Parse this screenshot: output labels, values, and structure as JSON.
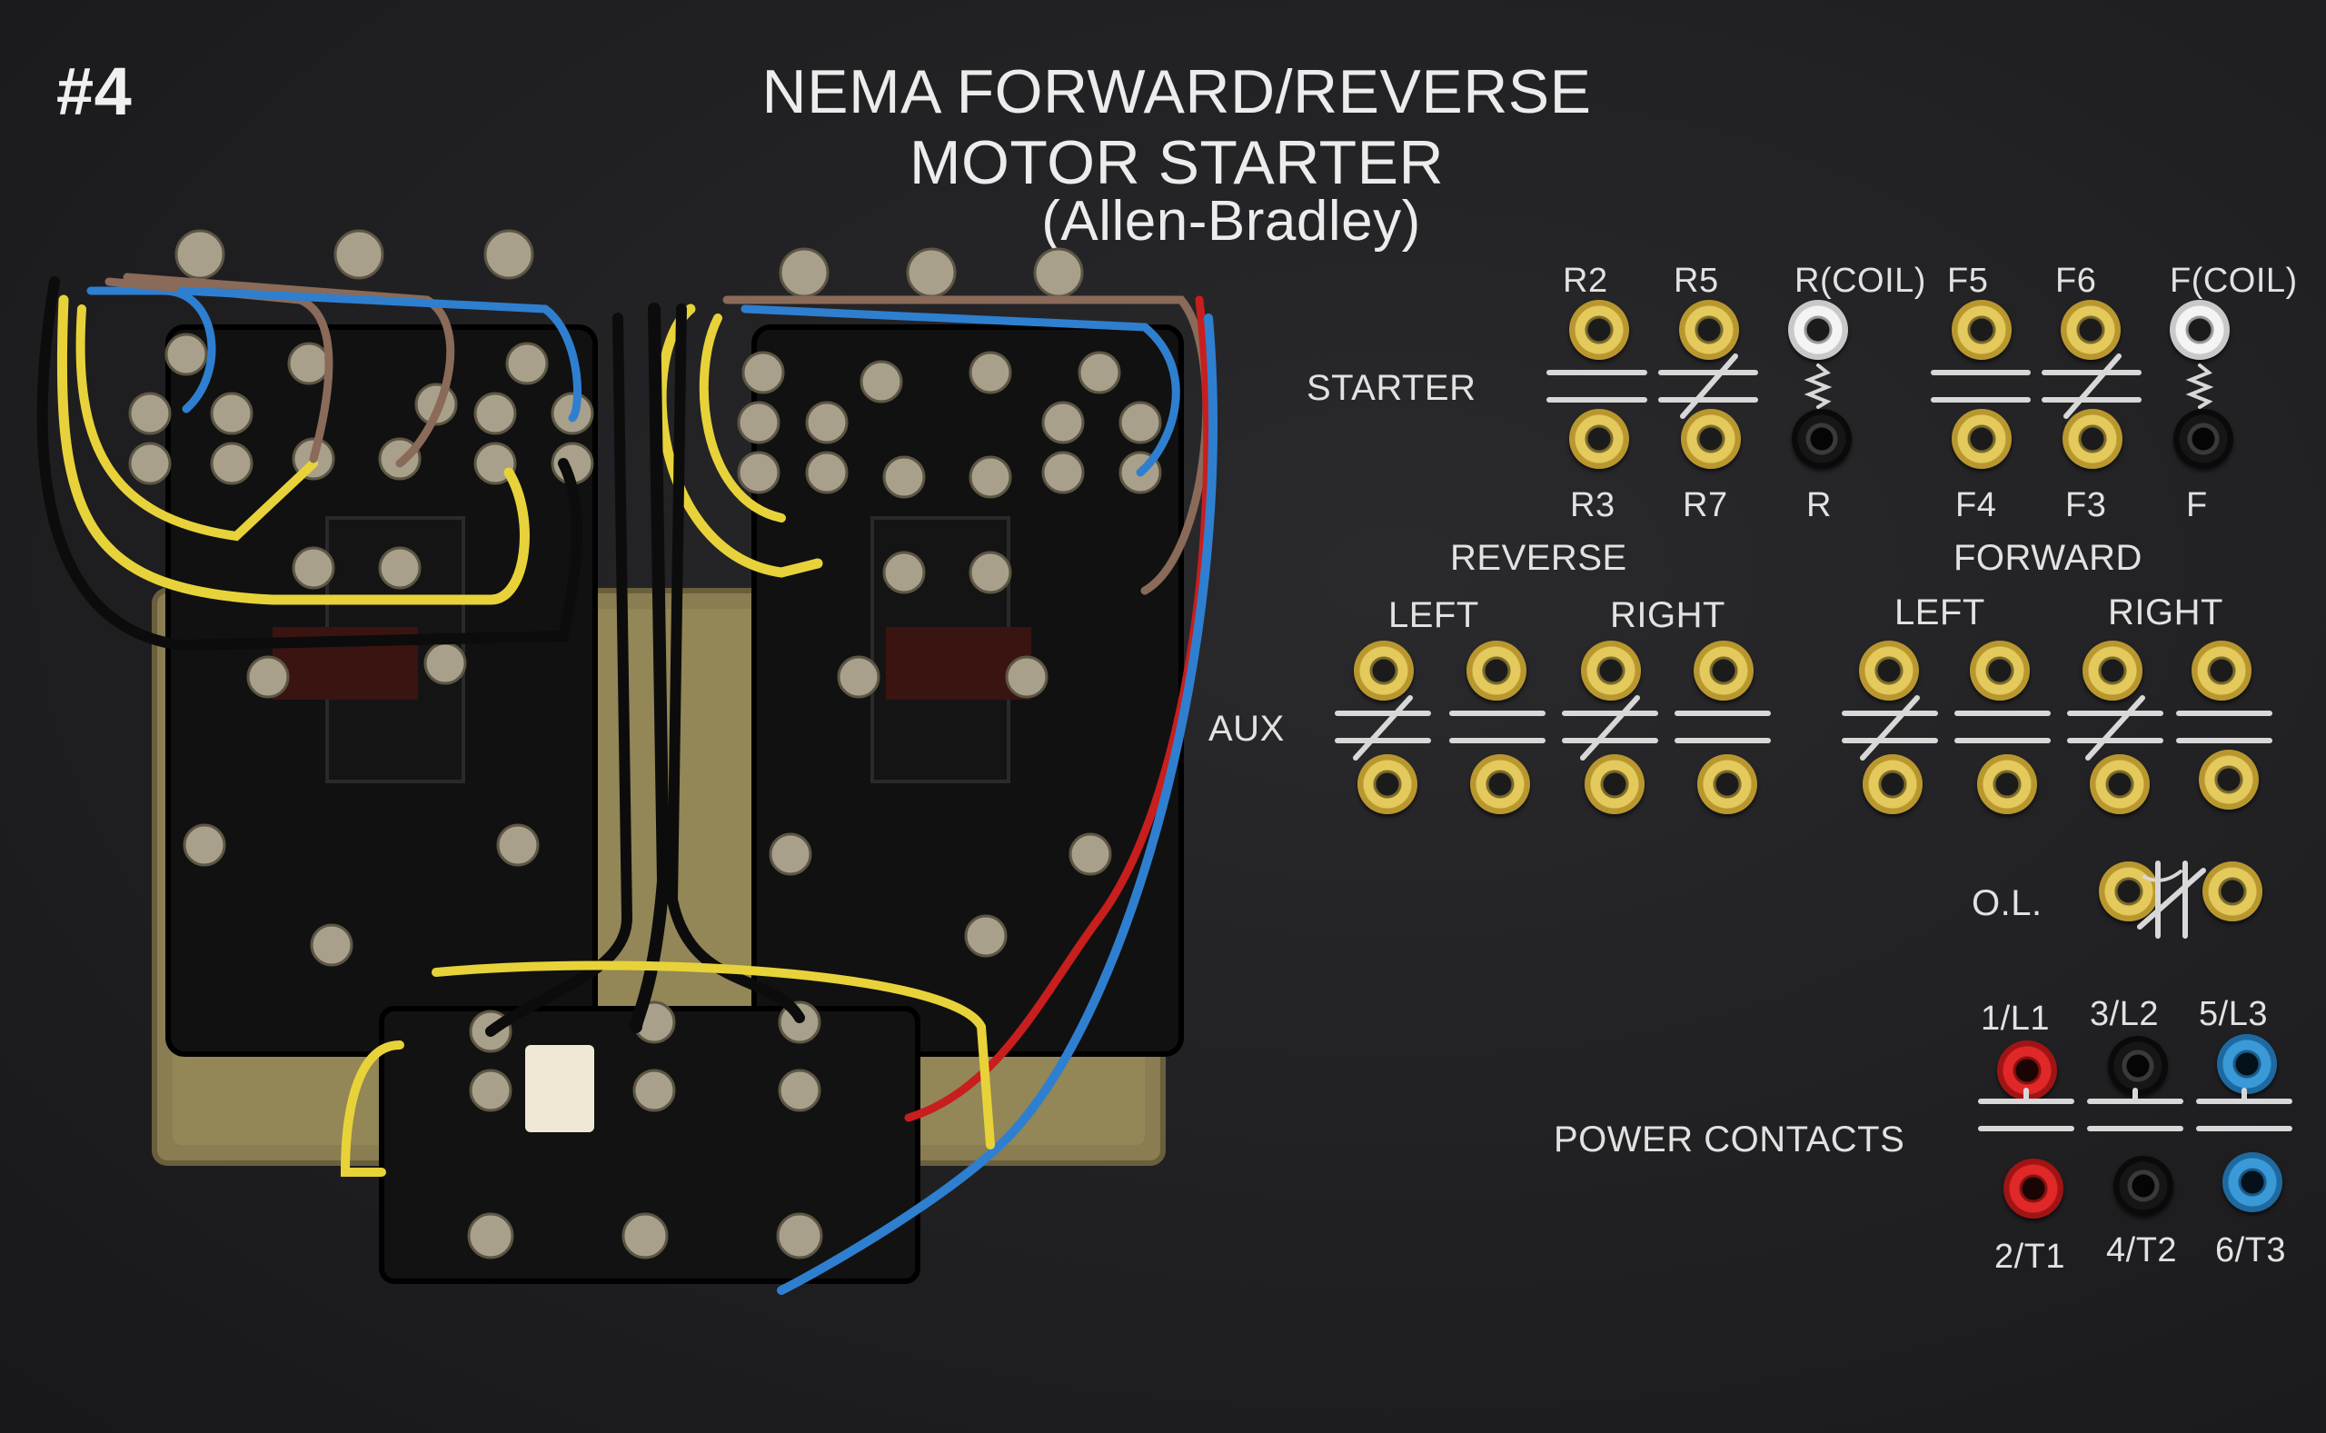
{
  "panel": {
    "number": "#4",
    "title_line1": "NEMA FORWARD/REVERSE",
    "title_line2": "MOTOR STARTER",
    "title_line3": "(Allen-Bradley)"
  },
  "sections": {
    "starter": "STARTER",
    "aux": "AUX",
    "reverse": "REVERSE",
    "forward": "FORWARD",
    "left": "LEFT",
    "right": "RIGHT",
    "ol": "O.L.",
    "power_contacts": "POWER CONTACTS"
  },
  "starter_terminals": {
    "top": [
      "R2",
      "R5",
      "R(COIL)",
      "F5",
      "F6",
      "F(COIL)"
    ],
    "bottom": [
      "R3",
      "R7",
      "R",
      "F4",
      "F3",
      "F"
    ]
  },
  "power_terminals": {
    "top": [
      "1/L1",
      "3/L2",
      "5/L3"
    ],
    "bottom": [
      "2/T1",
      "4/T2",
      "6/T3"
    ]
  },
  "colors": {
    "panel": "#222225",
    "brass": "#e4c95c",
    "wire_blue": "#2f7fd0",
    "wire_yellow": "#e8d23a",
    "wire_brown": "#8a6a58",
    "wire_black": "#0c0c0c",
    "wire_red": "#c81e1e"
  }
}
